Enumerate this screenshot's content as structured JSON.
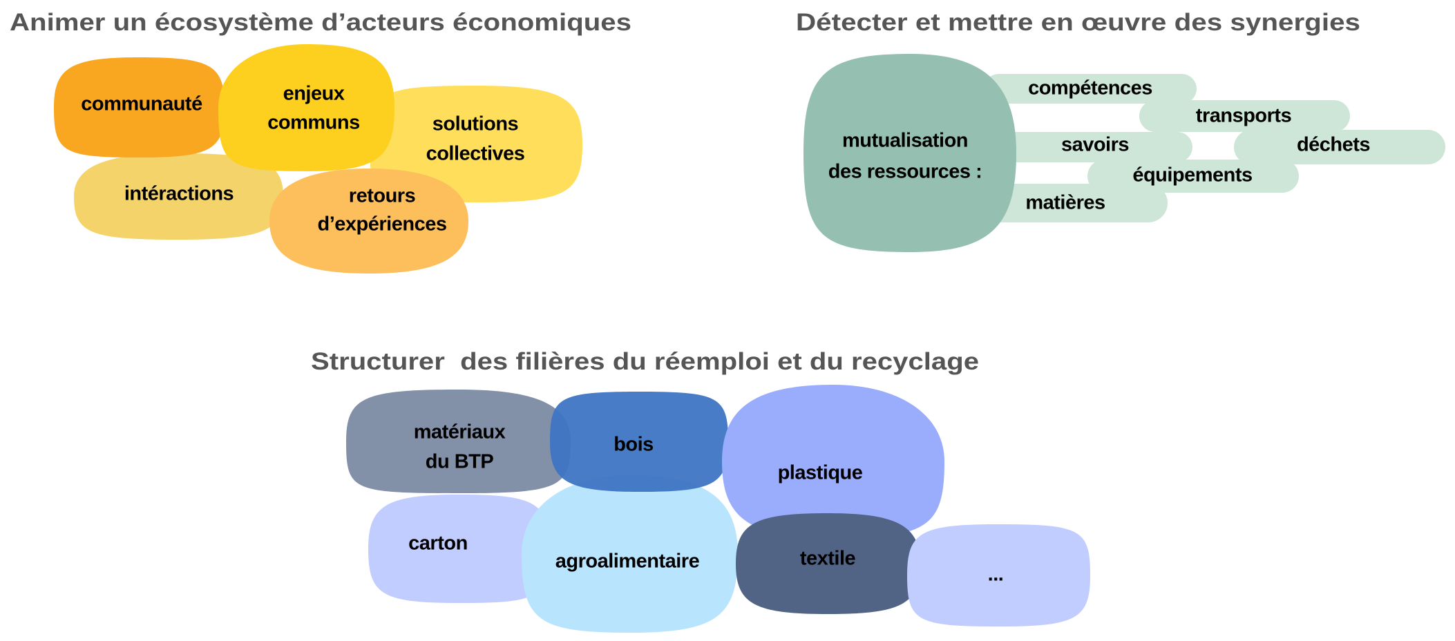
{
  "sections": {
    "ecosystem": {
      "title": "Animer un écosystème d’acteurs économiques",
      "blobs": [
        {
          "lines": [
            "communauté"
          ],
          "color": "#F9A620"
        },
        {
          "lines": [
            "enjeux",
            "communs"
          ],
          "color": "#FDD020"
        },
        {
          "lines": [
            "solutions",
            "collectives"
          ],
          "color": "#FFDE5C"
        },
        {
          "lines": [
            "intéractions"
          ],
          "color": "#F3D36A"
        },
        {
          "lines": [
            "retours",
            "d’expériences"
          ],
          "color": "#FDBE5C"
        }
      ]
    },
    "synergies": {
      "title": "Détecter et mettre en œuvre des synergies",
      "center": {
        "lines": [
          "mutualisation",
          "des ressources :"
        ],
        "color": "#95BFB0"
      },
      "pill_color": "#CDE6D8",
      "items": [
        "compétences",
        "transports",
        "savoirs",
        "déchets",
        "équipements",
        "matières"
      ]
    },
    "filieres": {
      "title": "Structurer  des filières du réemploi et du recyclage",
      "blobs": [
        {
          "lines": [
            "matériaux",
            "du BTP"
          ],
          "color": "#8290A8"
        },
        {
          "lines": [
            "carton"
          ],
          "color": "#C1CCFF"
        },
        {
          "lines": [
            "agroalimentaire"
          ],
          "color": "#B9E4FD"
        },
        {
          "lines": [
            "bois"
          ],
          "color": "#3E75C3"
        },
        {
          "lines": [
            "plastique"
          ],
          "color": "#9AACFC"
        },
        {
          "lines": [
            "textile"
          ],
          "color": "#526485"
        },
        {
          "lines": [
            "..."
          ],
          "color": "#C1CCFF"
        }
      ]
    }
  }
}
